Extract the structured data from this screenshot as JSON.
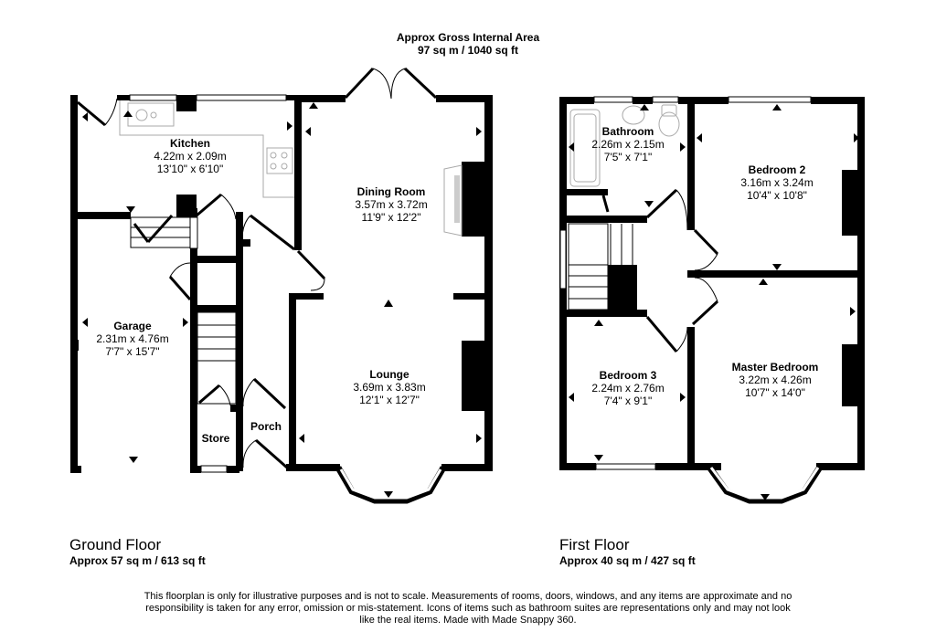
{
  "header": {
    "title": "Approx Gross Internal Area",
    "area": "97 sq m / 1040 sq ft"
  },
  "floors": [
    {
      "name": "Ground Floor",
      "area": "Approx 57 sq m / 613 sq ft",
      "rooms": [
        {
          "name": "Kitchen",
          "metric": "4.22m x 2.09m",
          "imperial": "13'10\" x 6'10\""
        },
        {
          "name": "Dining Room",
          "metric": "3.57m x 3.72m",
          "imperial": "11'9\" x 12'2\""
        },
        {
          "name": "Garage",
          "metric": "2.31m x 4.76m",
          "imperial": "7'7\" x 15'7\""
        },
        {
          "name": "Lounge",
          "metric": "3.69m x 3.83m",
          "imperial": "12'1\" x 12'7\""
        },
        {
          "name": "Store"
        },
        {
          "name": "Porch"
        }
      ]
    },
    {
      "name": "First Floor",
      "area": "Approx 40 sq m / 427 sq ft",
      "rooms": [
        {
          "name": "Bathroom",
          "metric": "2.26m x 2.15m",
          "imperial": "7'5\" x 7'1\""
        },
        {
          "name": "Bedroom 2",
          "metric": "3.16m x 3.24m",
          "imperial": "10'4\" x 10'8\""
        },
        {
          "name": "Bedroom 3",
          "metric": "2.24m x 2.76m",
          "imperial": "7'4\" x 9'1\""
        },
        {
          "name": "Master Bedroom",
          "metric": "3.22m x 4.26m",
          "imperial": "10'7\" x 14'0\""
        }
      ]
    }
  ],
  "disclaimer": "This floorplan is only for illustrative purposes and is not to scale. Measurements of rooms, doors, windows, and any items are approximate and no responsibility is taken for any error, omission or mis-statement. Icons of items such as bathroom suites are representations only and may not look like the real items. Made with Made Snappy 360.",
  "colors": {
    "wall": "#000000",
    "fixture": "#bbbbbb",
    "background": "#ffffff"
  }
}
